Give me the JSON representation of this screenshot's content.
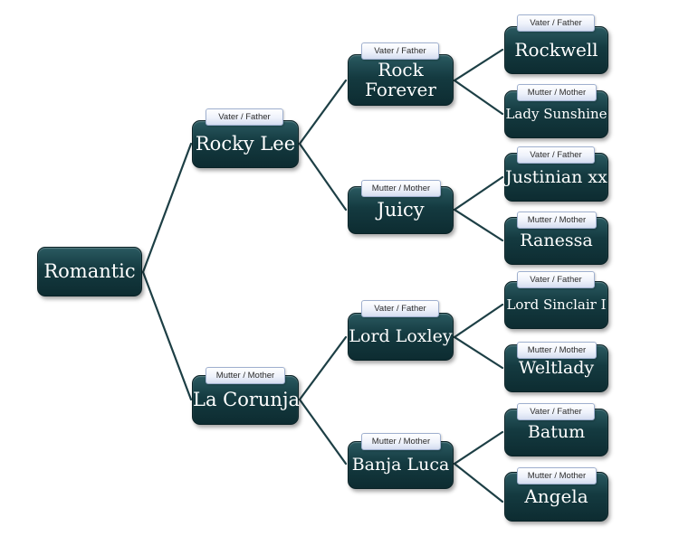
{
  "tree": {
    "root": "Romantic",
    "sire": {
      "role": "Vater / Father",
      "name": "Rocky Lee",
      "sire": {
        "role": "Vater / Father",
        "name": "Rock Forever",
        "sire": {
          "role": "Vater / Father",
          "name": "Rockwell"
        },
        "dam": {
          "role": "Mutter / Mother",
          "name": "Lady Sunshine"
        }
      },
      "dam": {
        "role": "Mutter / Mother",
        "name": "Juicy",
        "sire": {
          "role": "Vater / Father",
          "name": "Justinian xx"
        },
        "dam": {
          "role": "Mutter / Mother",
          "name": "Ranessa"
        }
      }
    },
    "dam": {
      "role": "Mutter / Mother",
      "name": "La Corunja",
      "sire": {
        "role": "Vater / Father",
        "name": "Lord Loxley",
        "sire": {
          "role": "Vater / Father",
          "name": "Lord Sinclair I"
        },
        "dam": {
          "role": "Mutter / Mother",
          "name": "Weltlady"
        }
      },
      "dam": {
        "role": "Mutter / Mother",
        "name": "Banja Luca",
        "sire": {
          "role": "Vater / Father",
          "name": "Batum"
        },
        "dam": {
          "role": "Mutter / Mother",
          "name": "Angela"
        }
      }
    }
  }
}
